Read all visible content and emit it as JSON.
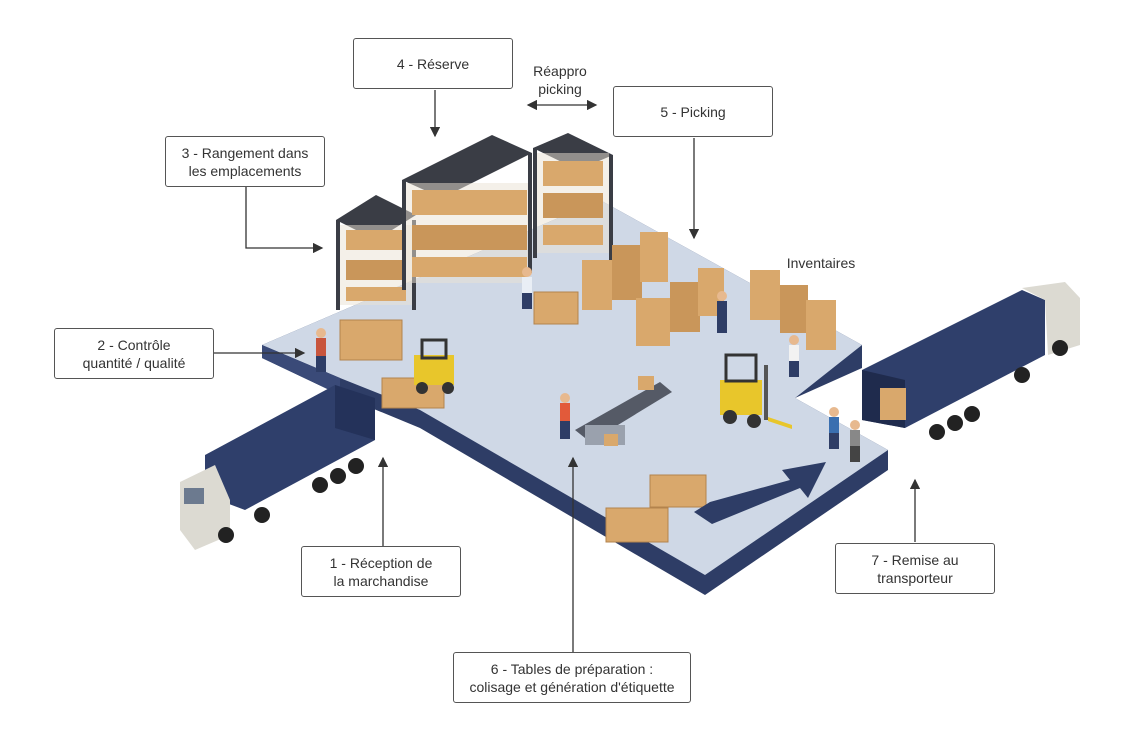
{
  "labels": {
    "step1": "1 - Réception de\nla marchandise",
    "step2": "2 - Contrôle\nquantité / qualité",
    "step3": "3 - Rangement dans\nles emplacements",
    "step4": "4 - Réserve",
    "step5": "5 - Picking",
    "step6": "6 - Tables de préparation :\ncolisage et génération d'étiquette",
    "step7": "7 - Remise au\ntransporteur",
    "reappro": "Réappro\npicking",
    "inventaires": "Inventaires"
  },
  "colors": {
    "floor_top": "#cfd8e6",
    "floor_side": "#2e3d66",
    "truck_body": "#2f3f6b",
    "rack": "#3a3d45",
    "box": "#d9a86c",
    "forklift": "#e8c62b",
    "arrow": "#2e3d66"
  },
  "icons": [
    "truck-icon",
    "forklift-icon",
    "shelf-rack-icon",
    "box-icon",
    "worker-icon",
    "conveyor-icon",
    "pallet-icon"
  ]
}
